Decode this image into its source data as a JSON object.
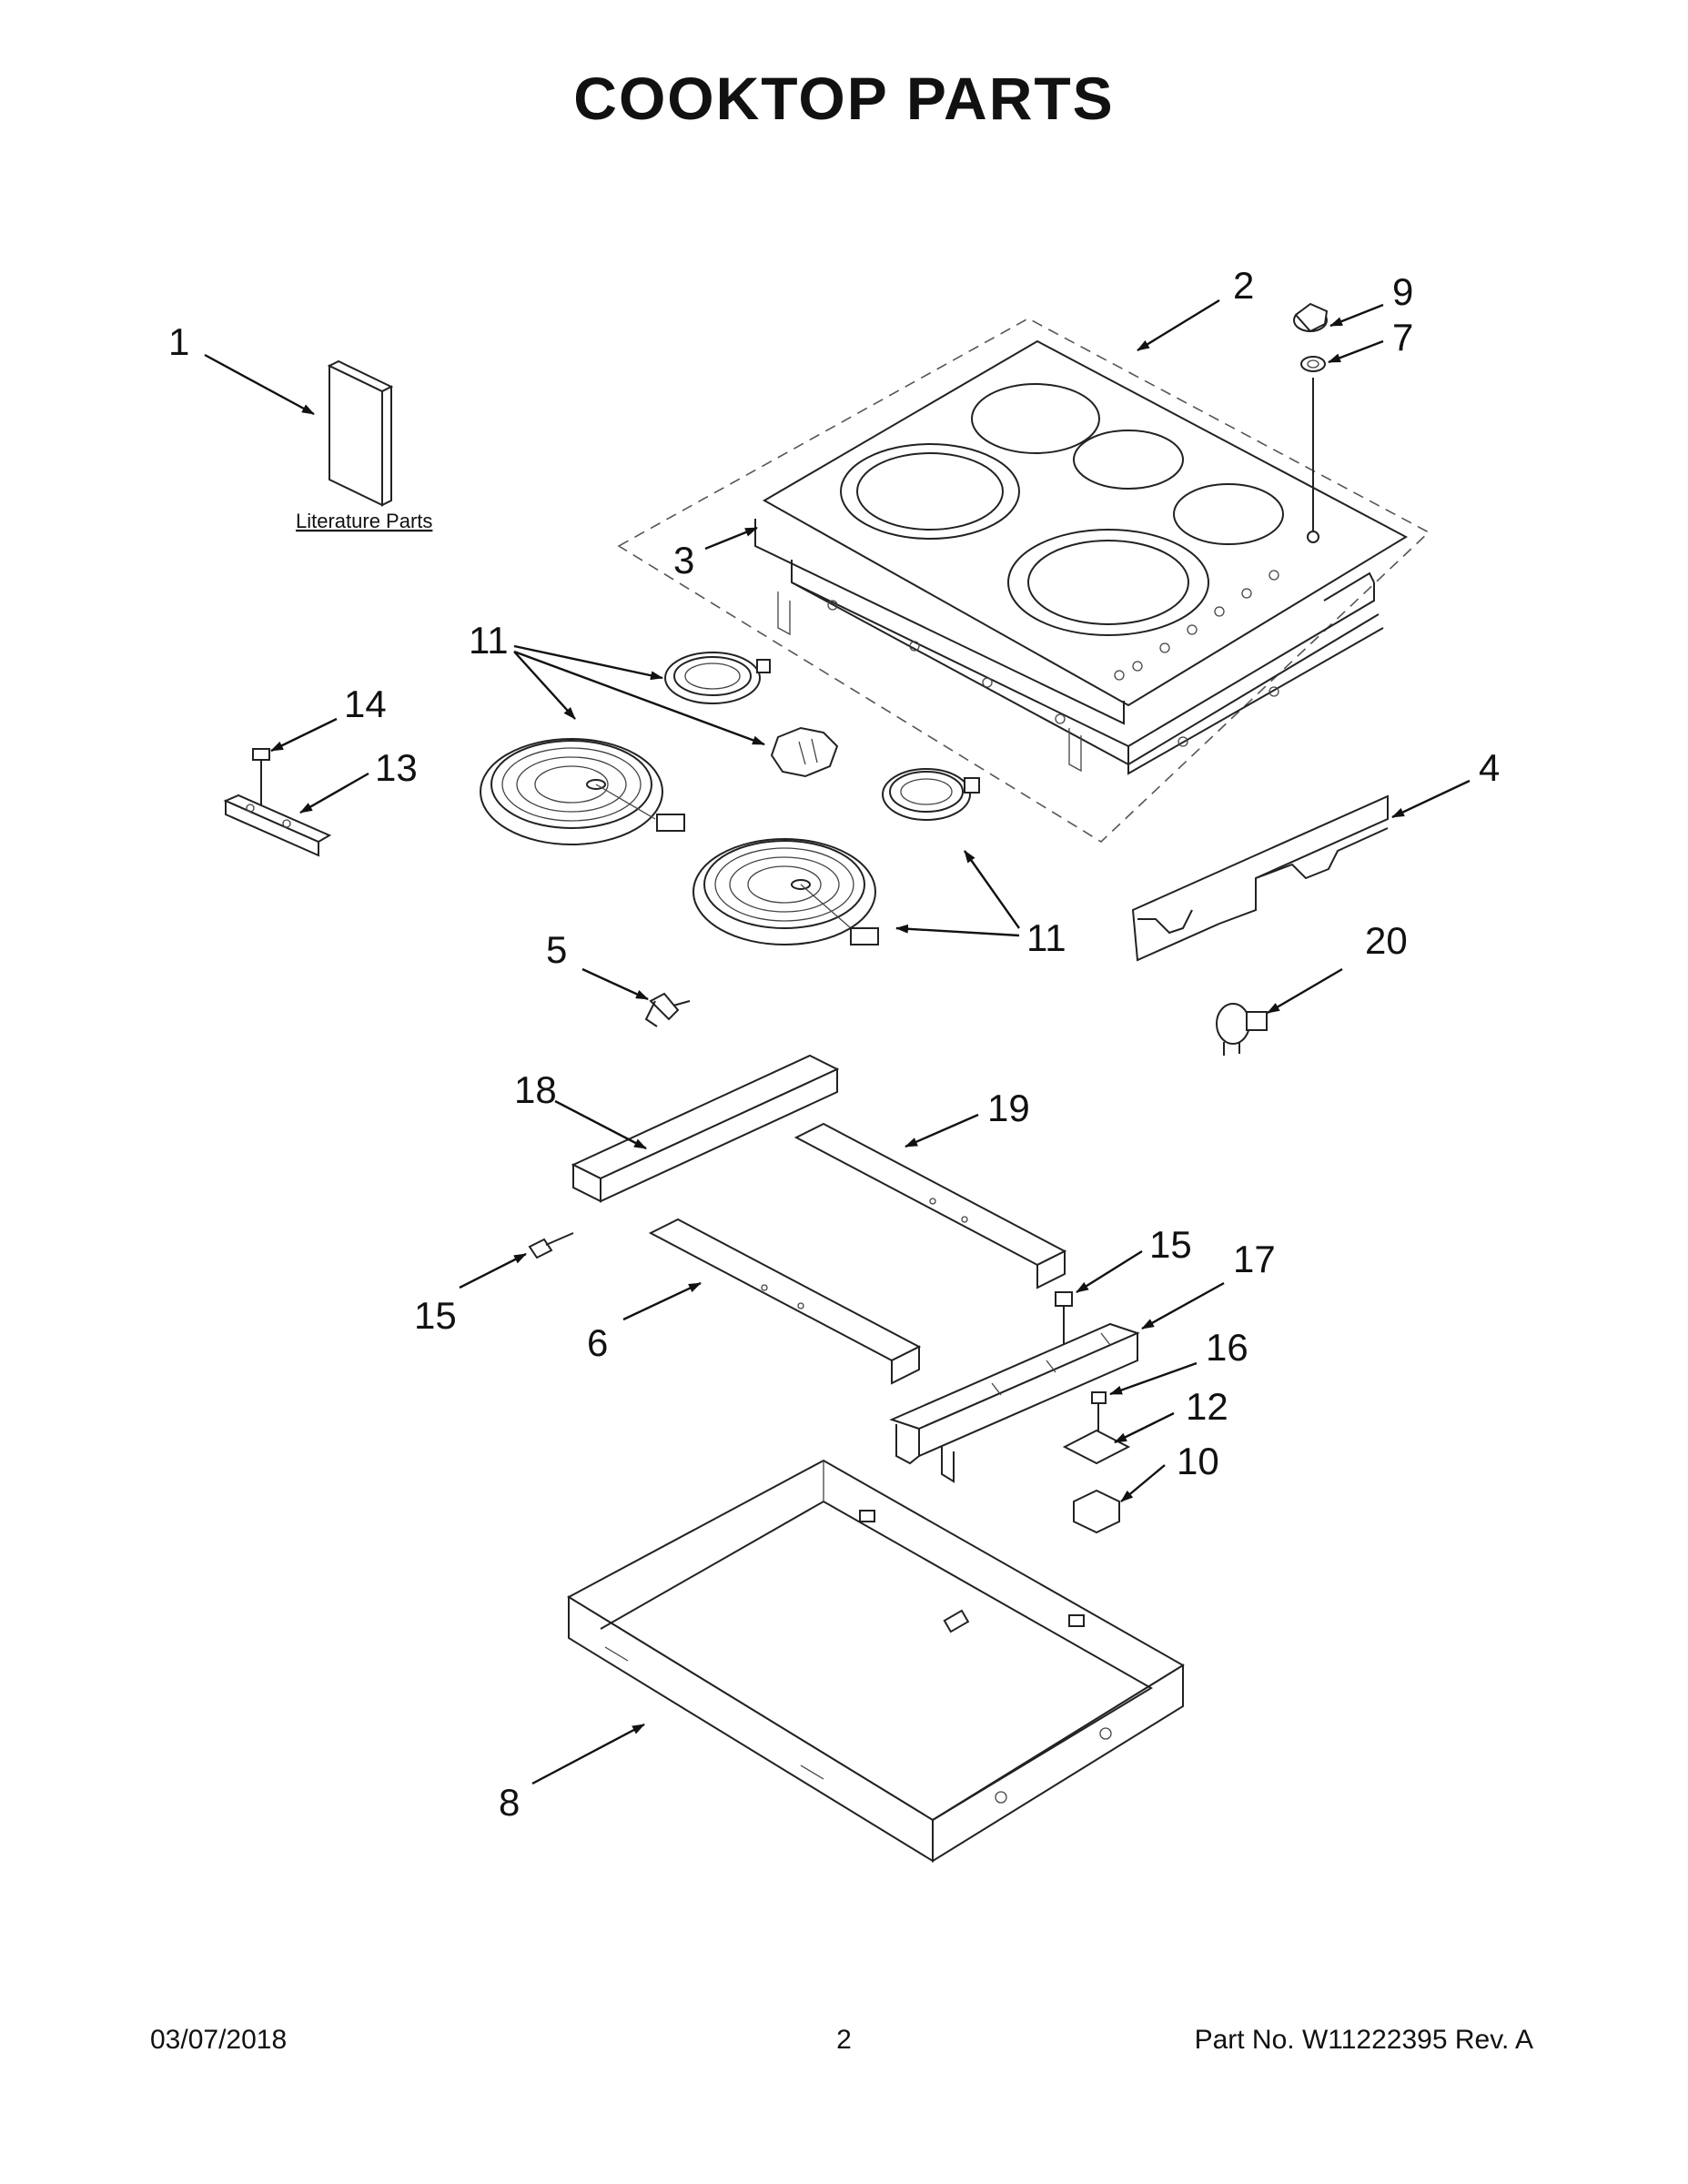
{
  "title": "COOKTOP PARTS",
  "literature_label": "Literature Parts",
  "callouts": {
    "c1": "1",
    "c2": "2",
    "c3": "3",
    "c4": "4",
    "c5": "5",
    "c6": "6",
    "c7": "7",
    "c8": "8",
    "c9": "9",
    "c10": "10",
    "c11a": "11",
    "c11b": "11",
    "c12": "12",
    "c13": "13",
    "c14": "14",
    "c15a": "15",
    "c15b": "15",
    "c16": "16",
    "c17": "17",
    "c18": "18",
    "c19": "19",
    "c20": "20"
  },
  "footer": {
    "date": "03/07/2018",
    "page": "2",
    "part": "Part No.  W11222395   Rev.  A"
  }
}
